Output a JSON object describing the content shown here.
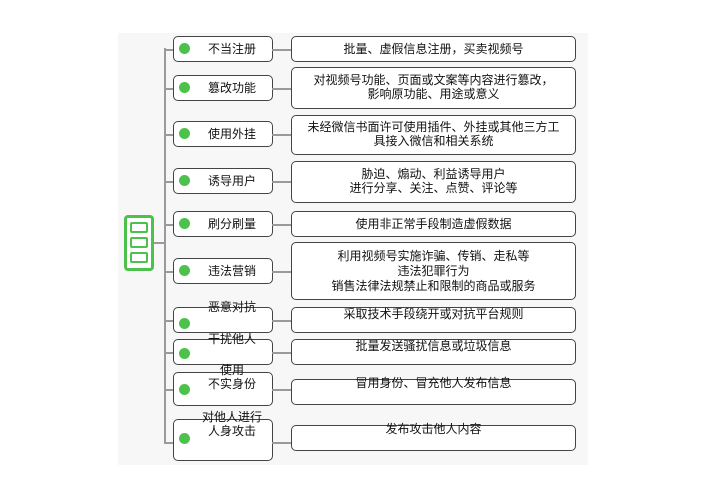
{
  "colors": {
    "accent": "#4cc24c",
    "line": "#9a9a9a",
    "border": "#444444"
  },
  "rows": [
    {
      "category": "不当注册",
      "desc": "批量、虚假信息注册，买卖视频号"
    },
    {
      "category": "篡改功能",
      "desc": "对视频号功能、页面或文案等内容进行篡改，\n影响原功能、用途或意义"
    },
    {
      "category": "使用外挂",
      "desc": "未经微信书面许可使用插件、外挂或其他三方工\n具接入微信和相关系统"
    },
    {
      "category": "诱导用户",
      "desc": "胁迫、煽动、利益诱导用户\n进行分享、关注、点赞、评论等"
    },
    {
      "category": "刷分刷量",
      "desc": "使用非正常手段制造虚假数据"
    },
    {
      "category": "违法营销",
      "desc": "利用视频号实施诈骗、传销、走私等\n违法犯罪行为\n销售法律法规禁止和限制的商品或服务"
    },
    {
      "category": "恶意对抗",
      "desc": "采取技术手段绕开或对抗平台规则"
    },
    {
      "category": "干扰他人",
      "desc": "批量发送骚扰信息或垃圾信息"
    },
    {
      "category": "使用\n不实身份",
      "desc": "冒用身份、冒充他人发布信息"
    },
    {
      "category": "对他人进行\n人身攻击",
      "desc": "发布攻击他人内容"
    }
  ]
}
